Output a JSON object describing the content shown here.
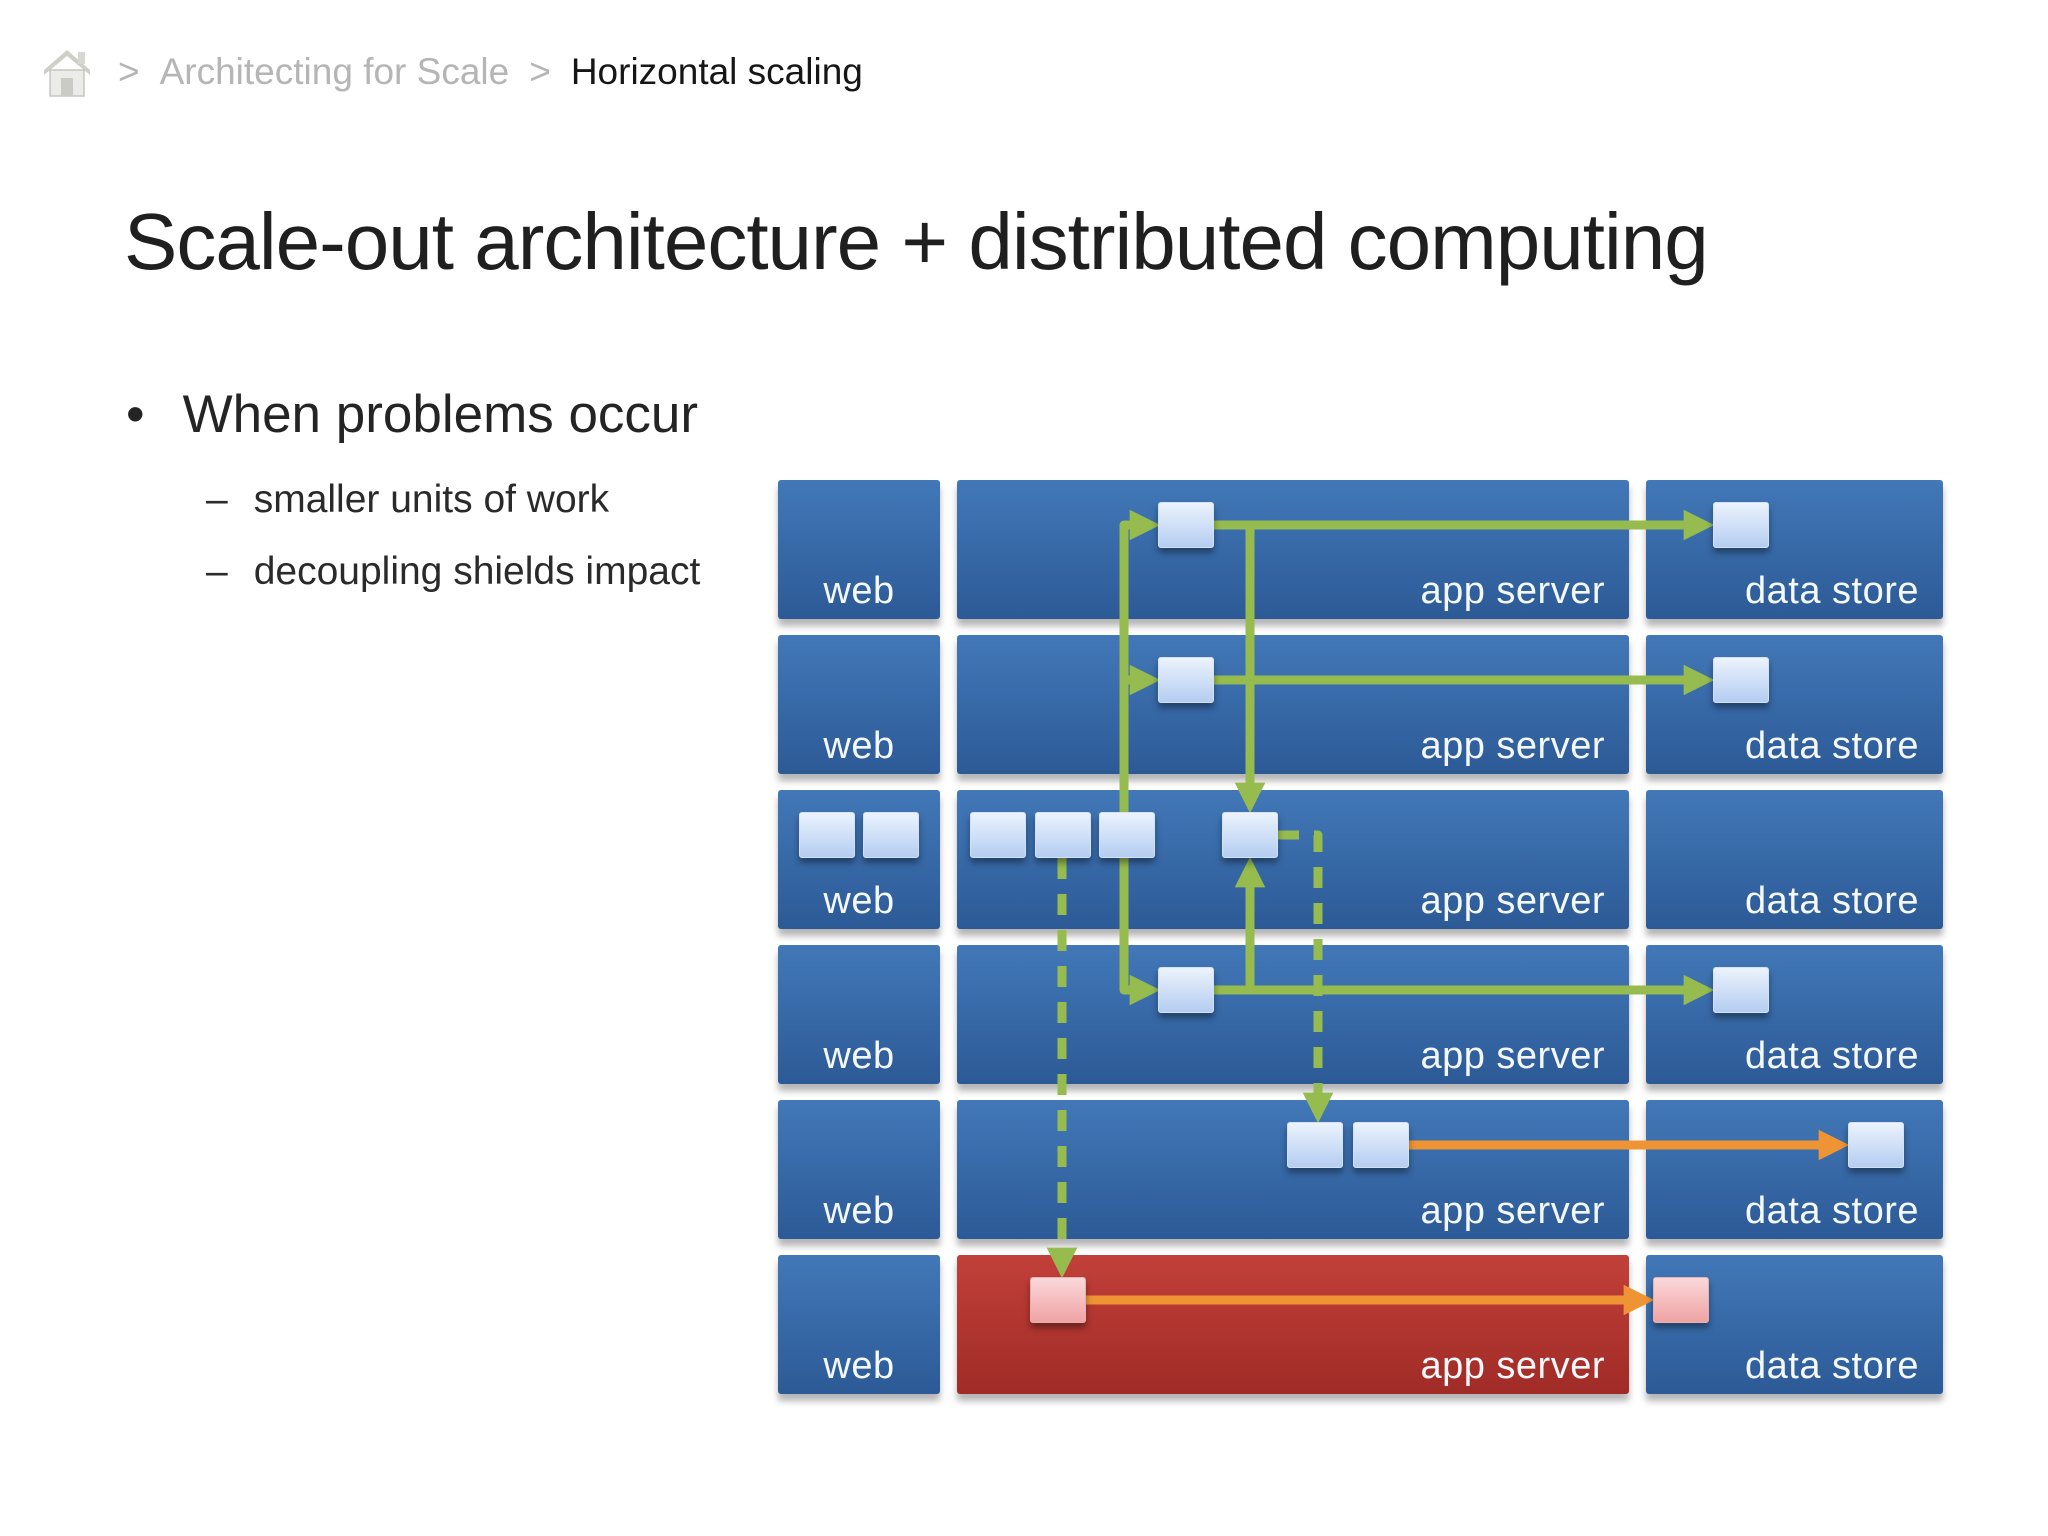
{
  "breadcrumb": {
    "separator": ">",
    "parent": "Architecting for Scale",
    "current": "Horizontal scaling"
  },
  "slide": {
    "title": "Scale-out architecture + distributed computing",
    "bullet_marker": "•",
    "bullet": "When problems occur",
    "sub_bullet_marker": "–",
    "sub_bullets": [
      "smaller units of work",
      "decoupling shields impact"
    ]
  },
  "diagram": {
    "rows": [
      {
        "web": "web",
        "app": "app server",
        "data": "data store",
        "app_state": "normal"
      },
      {
        "web": "web",
        "app": "app server",
        "data": "data store",
        "app_state": "normal"
      },
      {
        "web": "web",
        "app": "app server",
        "data": "data store",
        "app_state": "normal"
      },
      {
        "web": "web",
        "app": "app server",
        "data": "data store",
        "app_state": "normal"
      },
      {
        "web": "web",
        "app": "app server",
        "data": "data store",
        "app_state": "normal"
      },
      {
        "web": "web",
        "app": "app server",
        "data": "data store",
        "app_state": "failed"
      }
    ]
  },
  "colors": {
    "box-blue-top": "#4278b8",
    "box-blue-bottom": "#2c5a96",
    "box-red-top": "#c2403a",
    "box-red-bottom": "#a02b26",
    "item-blue-top": "#ecf3fd",
    "item-blue-bottom": "#b4cdf1",
    "item-pink-top": "#fad8da",
    "item-pink-bottom": "#efa3a4",
    "arrow-green": "#96bb4e",
    "arrow-orange": "#ee9435",
    "text-dark": "#1f1f1f",
    "breadcrumb-gray": "#b5b5b5",
    "label-white": "#f5f8fb"
  }
}
